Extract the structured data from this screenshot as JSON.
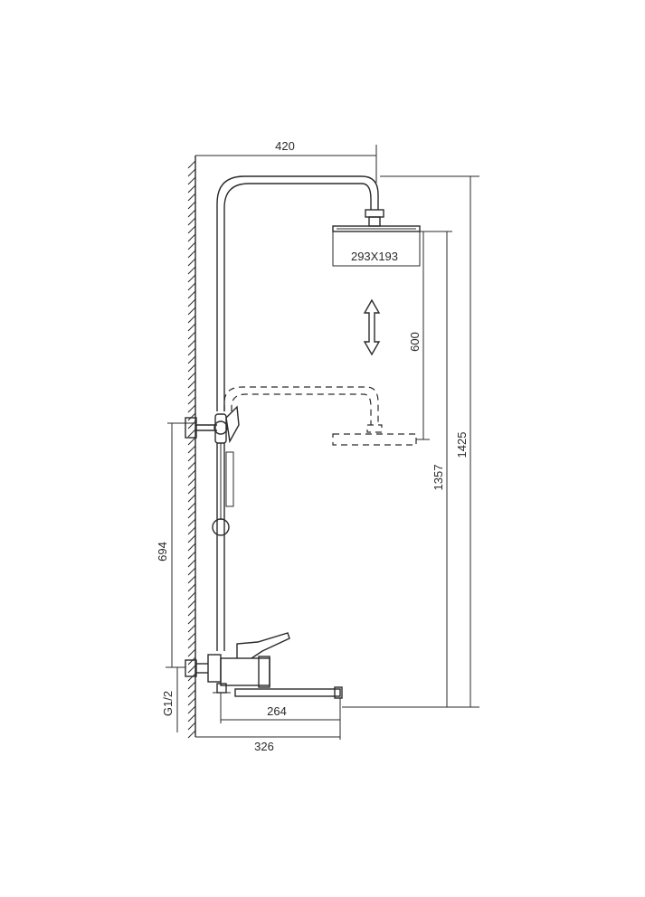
{
  "dimensions": {
    "top_width": "420",
    "head_size": "293X193",
    "adjust_range": "600",
    "bracket_spacing": "694",
    "spout_height": "1357",
    "total_height": "1425",
    "inlet_thread": "G1/2",
    "spout_reach": "264",
    "total_reach": "326"
  }
}
